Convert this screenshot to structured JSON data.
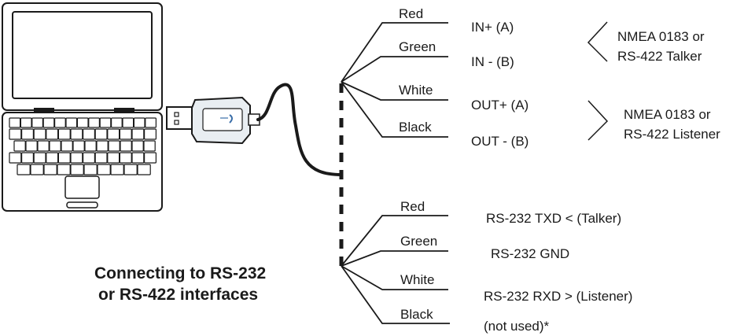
{
  "caption": {
    "line1": "Connecting to RS-232",
    "line2": "or RS-422 interfaces"
  },
  "rs422": {
    "wires": [
      {
        "color": "Red",
        "signal": "IN+ (A)"
      },
      {
        "color": "Green",
        "signal": "IN - (B)"
      },
      {
        "color": "White",
        "signal": "OUT+ (A)"
      },
      {
        "color": "Black",
        "signal": "OUT - (B)"
      }
    ],
    "talker": {
      "line1": "NMEA 0183 or",
      "line2": "RS-422 Talker"
    },
    "listener": {
      "line1": "NMEA 0183 or",
      "line2": "RS-422 Listener"
    }
  },
  "rs232": {
    "wires": [
      {
        "color": "Red",
        "signal": "RS-232 TXD < (Talker)"
      },
      {
        "color": "Green",
        "signal": "RS-232 GND"
      },
      {
        "color": "White",
        "signal": "RS-232 RXD > (Listener)"
      },
      {
        "color": "Black",
        "signal": "(not used)*"
      }
    ]
  },
  "icons": {
    "laptop": "laptop-icon",
    "adapter": "usb-adapter-icon"
  }
}
